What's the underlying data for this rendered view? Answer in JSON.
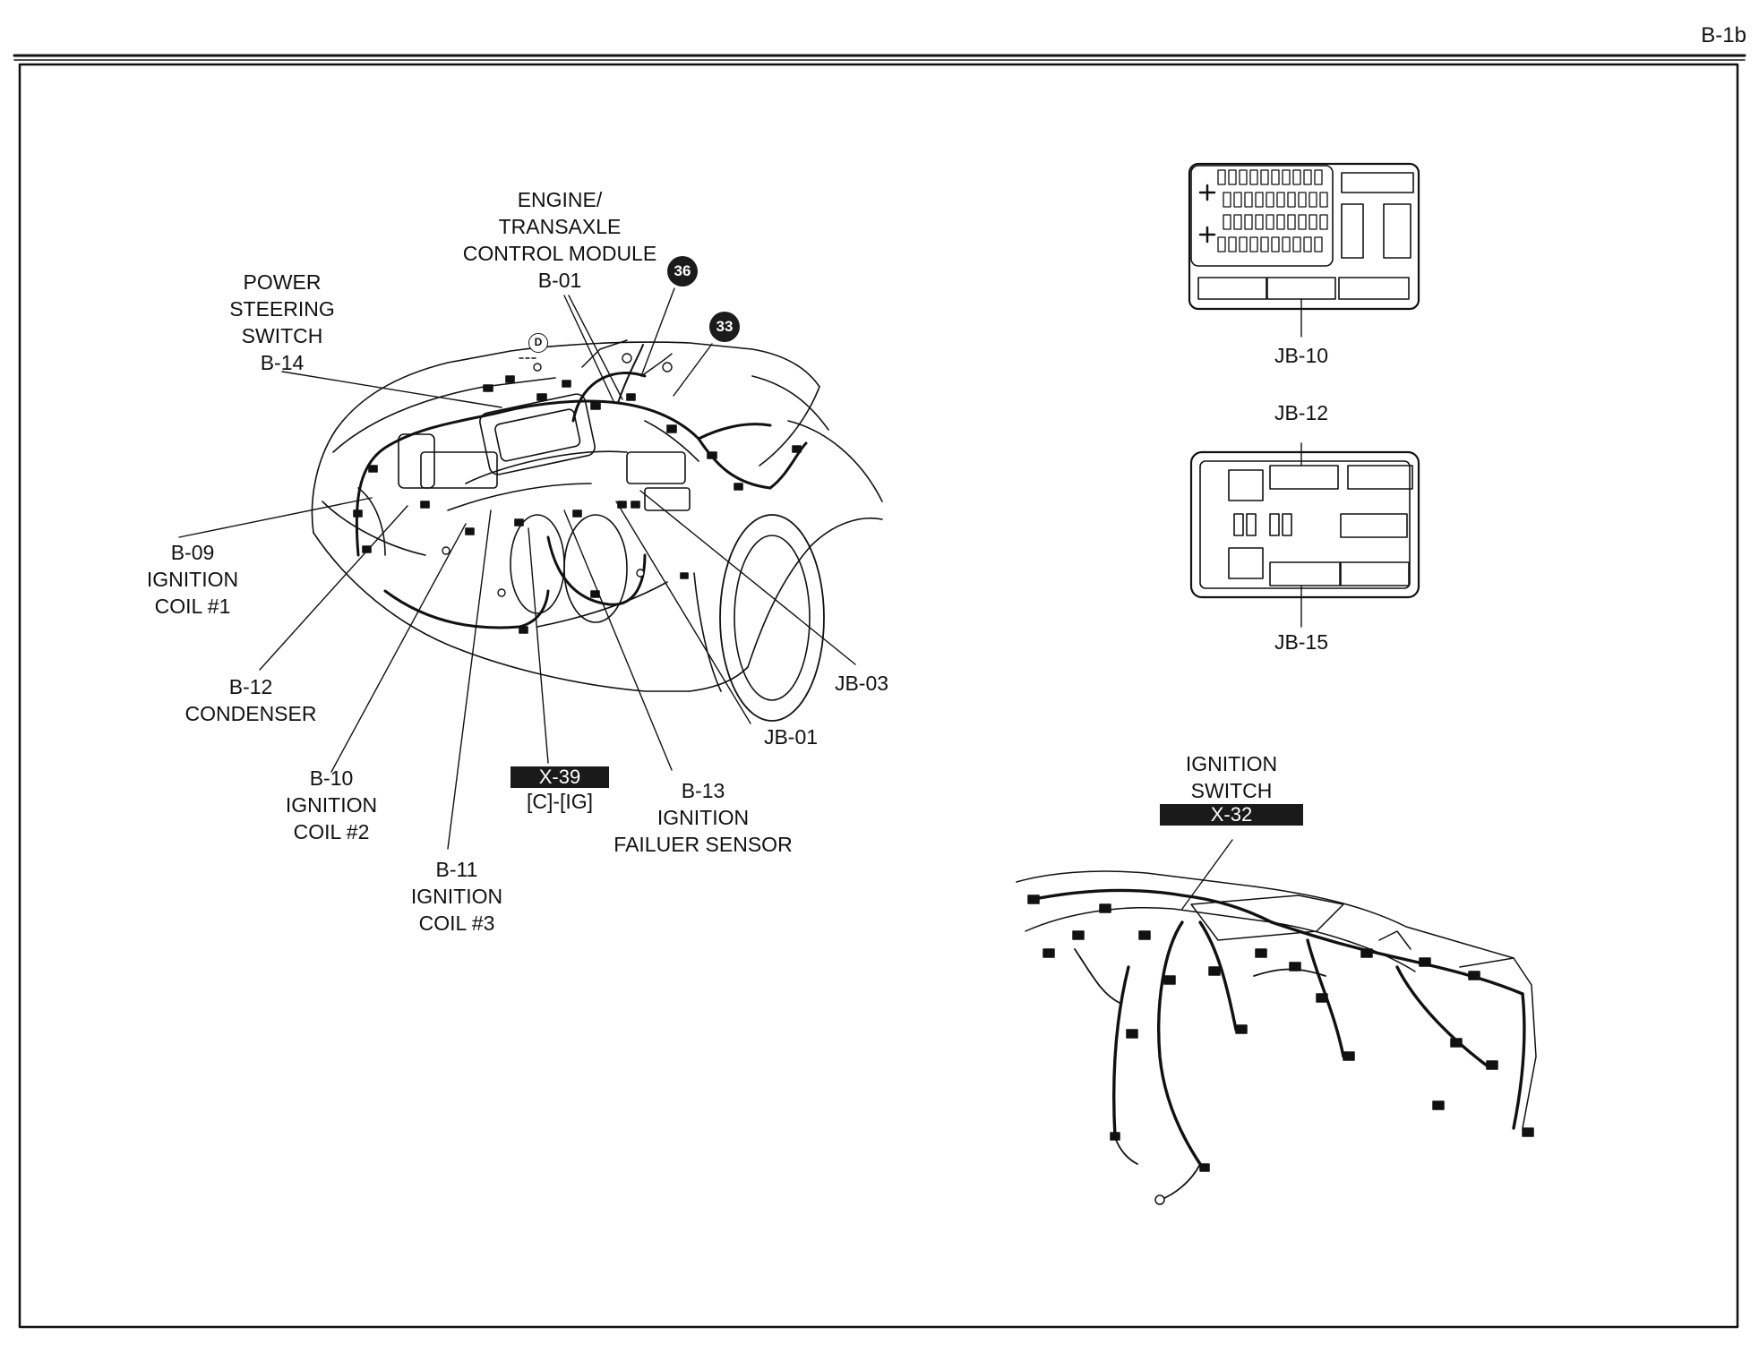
{
  "page": {
    "code": "B-1b"
  },
  "engine_bay": {
    "labels": {
      "ecm": [
        "ENGINE/",
        "TRANSAXLE",
        "CONTROL MODULE",
        "B-01"
      ],
      "power_steering": [
        "POWER",
        "STEERING",
        "SWITCH",
        "B-14"
      ],
      "b09": [
        "B-09",
        "IGNITION",
        "COIL #1"
      ],
      "b12": [
        "B-12",
        "CONDENSER"
      ],
      "b10": [
        "B-10",
        "IGNITION",
        "COIL #2"
      ],
      "b11": [
        "B-11",
        "IGNITION",
        "COIL #3"
      ],
      "x39_code": "X-39",
      "x39_sub": "[C]-[IG]",
      "b13": [
        "B-13",
        "IGNITION",
        "FAILUER SENSOR"
      ],
      "jb01": "JB-01",
      "jb03": "JB-03"
    },
    "badges": {
      "b36": "36",
      "b33": "33",
      "d": "D"
    }
  },
  "junction_boxes": {
    "jb10": "JB-10",
    "jb12": "JB-12",
    "jb15": "JB-15"
  },
  "dash_harness": {
    "title": [
      "IGNITION",
      "SWITCH"
    ],
    "code": "X-32"
  }
}
